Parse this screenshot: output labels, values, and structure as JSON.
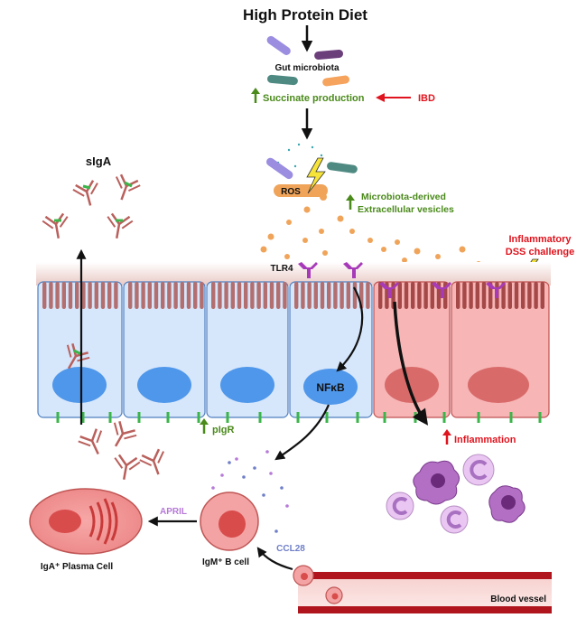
{
  "title": "High Protein Diet",
  "labels": {
    "gut_microbiota": "Gut microbiota",
    "succinate": "Succinate production",
    "ibd": "IBD",
    "ros": "ROS",
    "vesicles_line1": "Microbiota-derived",
    "vesicles_line2": "Extracellular vesicles",
    "siga": "sIgA",
    "tlr4": "TLR4",
    "dss_line1": "Inflammatory",
    "dss_line2": "DSS challenge",
    "nfkb": "NFκB",
    "pigr": "pIgR",
    "inflammation": "Inflammation",
    "april": "APRIL",
    "iga_plasma_cell": "IgA⁺ Plasma Cell",
    "igm_b_cell": "IgM⁺ B cell",
    "ccl28": "CCL28",
    "blood_vessel": "Blood vessel"
  },
  "colors": {
    "up_arrow": "#4a8a1a",
    "red_text": "#e0141e",
    "label_green": "#4a8a1a",
    "april": "#b77ad8",
    "ccl28": "#6f7fc8",
    "healthy_cell": "#d6e6fb",
    "inflamed_cell": "#f7b5b5",
    "nucleus_blue": "#4f97ea",
    "nucleus_red": "#d86a6a",
    "tlr4": "#a73ab9",
    "vesicle": "#f0a45a",
    "antibody": "#b9605c",
    "vessel": "#b0141c"
  }
}
